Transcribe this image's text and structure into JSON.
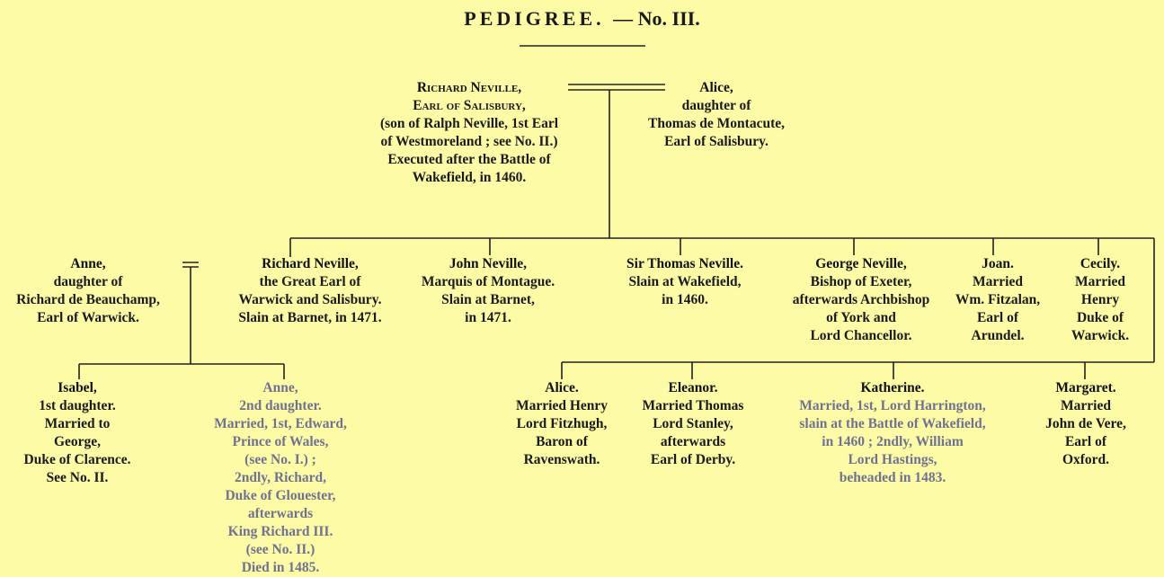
{
  "title": {
    "main": "PEDIGREE.",
    "number": "— No. III."
  },
  "people": {
    "richard_sr": {
      "lines": [
        "Richard Neville,",
        "Earl of Salisbury,",
        "(son of Ralph Neville, 1st Earl",
        "of Westmoreland ; see No. II.)",
        "Executed after the Battle of",
        "Wakefield, in 1460."
      ]
    },
    "alice_sr": {
      "lines": [
        "Alice,",
        "daughter of",
        "Thomas de Montacute,",
        "Earl of Salisbury."
      ]
    },
    "anne_beauchamp": {
      "lines": [
        "Anne,",
        "daughter of",
        "Richard de Beauchamp,",
        "Earl of Warwick."
      ]
    },
    "richard_kingmaker": {
      "lines": [
        "Richard Neville,",
        "the Great Earl of",
        "Warwick and Salisbury.",
        "Slain at Barnet, in 1471."
      ]
    },
    "john": {
      "lines": [
        "John Neville,",
        "Marquis of Montague.",
        "Slain at Barnet,",
        "in 1471."
      ]
    },
    "thomas": {
      "lines": [
        "Sir Thomas Neville.",
        "Slain at Wakefield,",
        "in 1460."
      ]
    },
    "george": {
      "lines": [
        "George Neville,",
        "Bishop of Exeter,",
        "afterwards Archbishop",
        "of York and",
        "Lord Chancellor."
      ]
    },
    "joan": {
      "lines": [
        "Joan.",
        "Married",
        "Wm. Fitzalan,",
        "Earl of",
        "Arundel."
      ]
    },
    "cecily": {
      "lines": [
        "Cecily.",
        "Married",
        "Henry",
        "Duke of",
        "Warwick."
      ]
    },
    "isabel": {
      "lines": [
        "Isabel,",
        "1st daughter.",
        "Married to",
        "George,",
        "Duke of Clarence.",
        "See No. II."
      ]
    },
    "anne_jr": {
      "lines": [
        "Anne,",
        "2nd daughter.",
        "Married, 1st, Edward,",
        "Prince of Wales,",
        "(see No. I.) ;",
        "2ndly,  Richard,",
        "Duke of Glouester,",
        "afterwards",
        "King Richard III.",
        "(see No. II.)",
        "Died in 1485."
      ]
    },
    "alice_jr": {
      "lines": [
        "Alice.",
        "Married Henry",
        "Lord Fitzhugh,",
        "Baron of",
        "Ravenswath."
      ]
    },
    "eleanor": {
      "lines": [
        "Eleanor.",
        "Married Thomas",
        "Lord Stanley,",
        "afterwards",
        "Earl of Derby."
      ]
    },
    "katherine": {
      "lines": [
        "Katherine.",
        "Married, 1st, Lord Harrington,",
        "slain at the Battle of Wakefield,",
        "in 1460 ; 2ndly, William",
        "Lord Hastings,",
        "beheaded in 1483."
      ]
    },
    "margaret": {
      "lines": [
        "Margaret.",
        "Married",
        "John de Vere,",
        "Earl of",
        "Oxford."
      ]
    }
  }
}
